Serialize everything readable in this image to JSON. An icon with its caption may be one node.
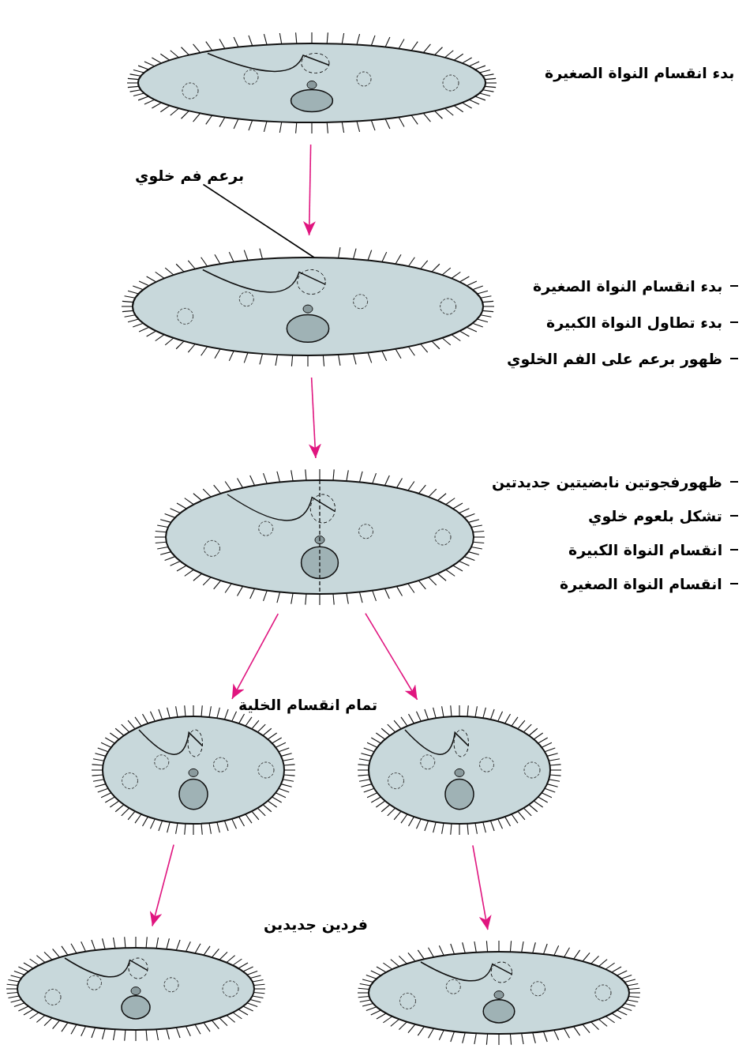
{
  "diagram": {
    "nodes": [
      {
        "text": [],
        "shape": "picture",
        "beside": [
          "بدء انقسام النواة الصغيرة"
        ]
      },
      {
        "text": [
          "برعم فم خلوي"
        ]
      },
      {
        "text": [],
        "shape": "picture",
        "beside": [
          "بدء انقسام النواة الصغيرة",
          "بدء تطاول النواة الكبيرة",
          "ظهور برعم على الفم الخلوي"
        ]
      },
      {
        "text": [],
        "shape": "picture",
        "beside": [
          "ظهورفجوتين نابضيتين جديدتين",
          "تشكل بلعوم خلوي",
          "انقسام النواة الكبيرة",
          "انقسام النواة الصغيرة"
        ]
      },
      {
        "text": [],
        "shape": "picture"
      },
      {
        "text": [],
        "shape": "picture"
      },
      {
        "text": [],
        "shape": "picture"
      },
      {
        "text": [],
        "shape": "picture"
      }
    ],
    "edges": [
      {
        "from": 0,
        "to": 2,
        "arrow": "to",
        "color": "#e0157f"
      },
      {
        "from": 2,
        "to": 3,
        "arrow": "to",
        "color": "#e0157f"
      },
      {
        "from": 3,
        "to": 4,
        "arrow": "to",
        "color": "#e0157f"
      },
      {
        "from": 3,
        "to": 5,
        "arrow": "to",
        "color": "#e0157f"
      },
      {
        "from": 4,
        "to": 6,
        "arrow": "to",
        "color": "#e0157f"
      },
      {
        "from": 5,
        "to": 7,
        "arrow": "to",
        "color": "#e0157f"
      },
      {
        "from": 1,
        "to": 2,
        "arrow": "none",
        "color": "#000000"
      }
    ],
    "labels": [
      "تمام انقسام الخلية",
      "فردين جديدين"
    ]
  }
}
